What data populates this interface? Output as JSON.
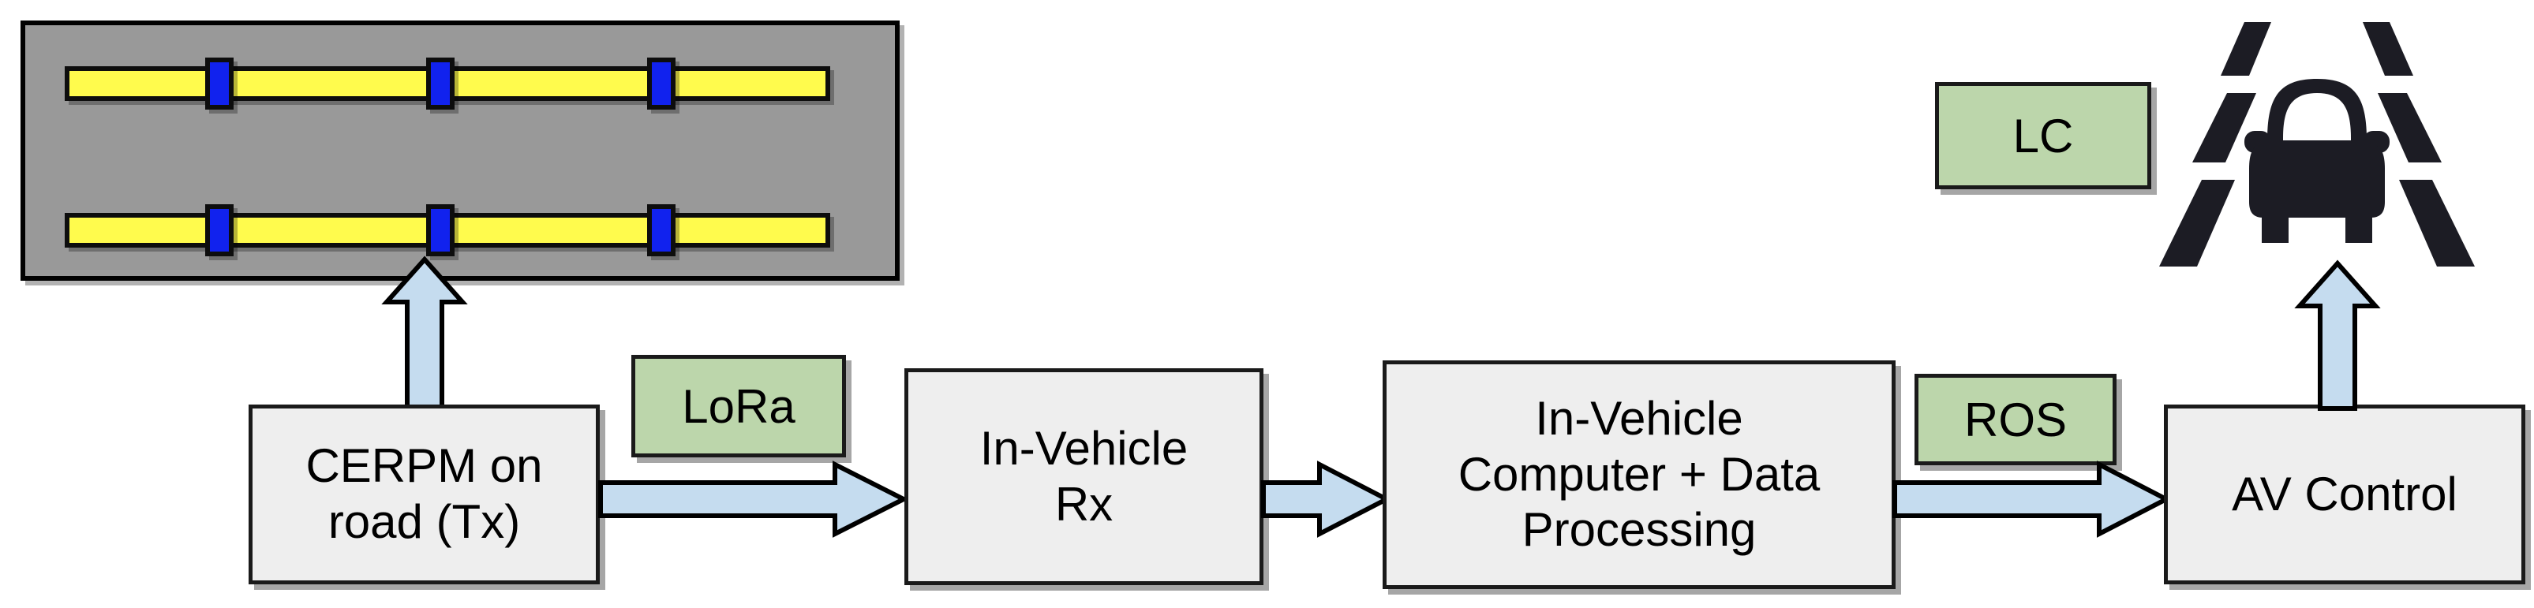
{
  "diagram": {
    "title": "CERPM to Autonomous Vehicle Control Pipeline",
    "colors": {
      "road_surface": "#999999",
      "lane_marking": "#fffb4d",
      "cerpm_marker": "#1122ee",
      "process_box": "#eeeeee",
      "protocol_tag": "#bcd6ab",
      "arrow_fill": "#c5dcef",
      "outline": "#000000",
      "car_body": "#1c1c24"
    }
  },
  "road_panel": {
    "name": "road-surface-panel",
    "lanes": [
      {
        "id": "upper-lane",
        "marking_label": "lane-marking-upper",
        "marker_count": 3
      },
      {
        "id": "lower-lane",
        "marking_label": "lane-marking-lower",
        "marker_count": 3
      }
    ],
    "marker_semantic": "cerpm-module"
  },
  "pipeline": {
    "boxes": [
      {
        "id": "cerpm",
        "label": "CERPM on\nroad (Tx)"
      },
      {
        "id": "rx",
        "label": "In-Vehicle\nRx"
      },
      {
        "id": "compute",
        "label": "In-Vehicle\nComputer + Data\nProcessing"
      },
      {
        "id": "av",
        "label": "AV Control"
      }
    ],
    "tags": [
      {
        "id": "lora",
        "label": "LoRa"
      },
      {
        "id": "ros",
        "label": "ROS"
      },
      {
        "id": "lc",
        "label": "LC"
      }
    ],
    "arrows": [
      {
        "id": "cerpm-to-road",
        "direction": "up",
        "from": "cerpm",
        "to": "road-surface-panel"
      },
      {
        "id": "cerpm-to-rx",
        "direction": "right",
        "from": "cerpm",
        "to": "rx",
        "tag": "LoRa"
      },
      {
        "id": "rx-to-compute",
        "direction": "right",
        "from": "rx",
        "to": "compute"
      },
      {
        "id": "compute-to-av",
        "direction": "right",
        "from": "compute",
        "to": "av",
        "tag": "ROS"
      },
      {
        "id": "av-to-car",
        "direction": "up",
        "from": "av",
        "to": "vehicle-lane-scene",
        "tag": "LC"
      }
    ]
  },
  "vehicle_scene": {
    "name": "vehicle-lane-scene",
    "description": "front-view car between dashed lane markings",
    "lane_stripes_per_side": 3
  }
}
